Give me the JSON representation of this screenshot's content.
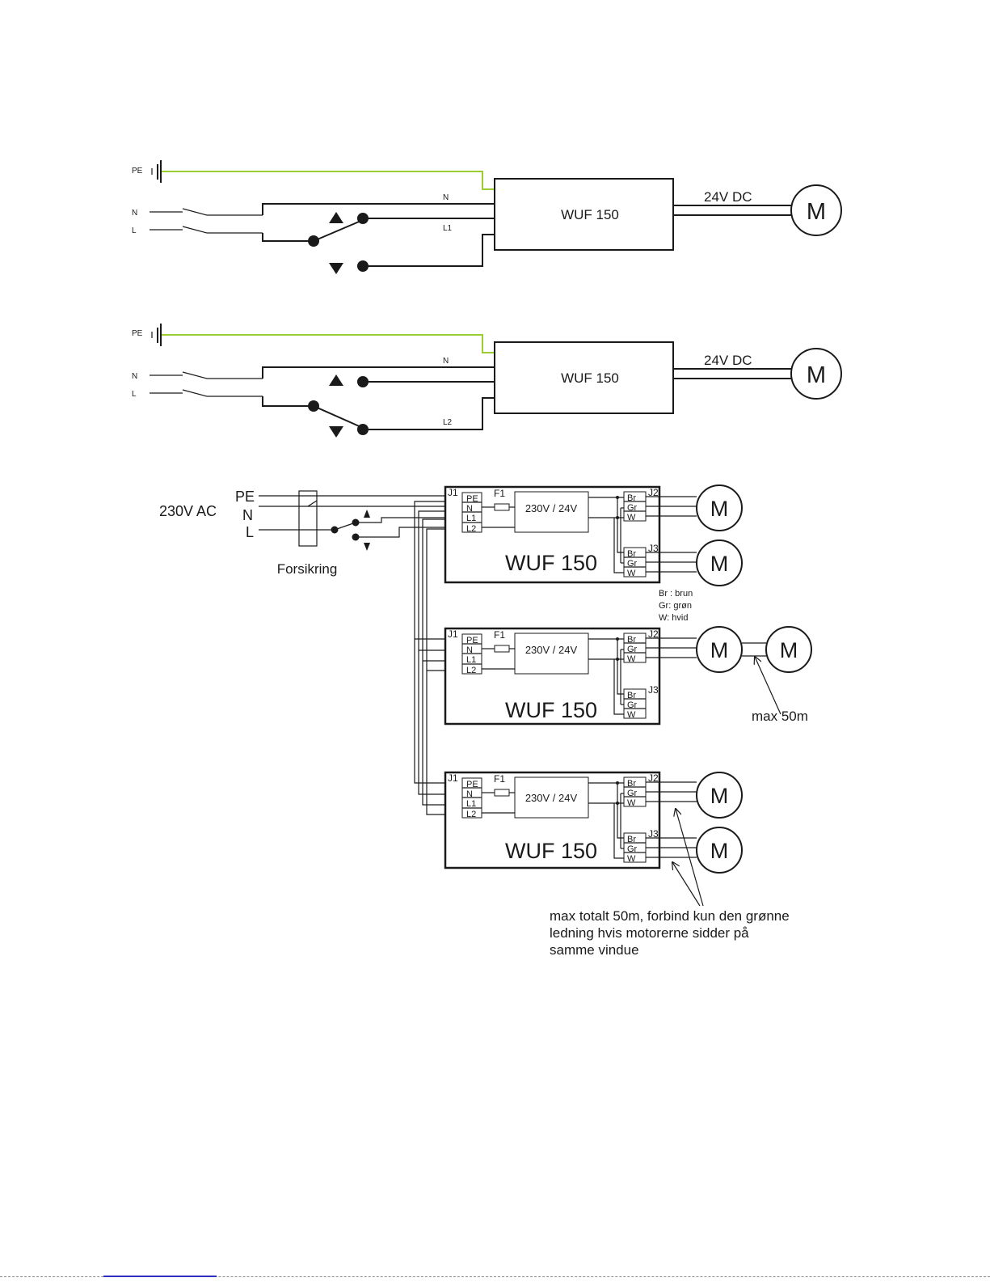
{
  "diagram1": {
    "pe": "PE",
    "n": "N",
    "l": "L",
    "wire_n": "N",
    "wire_l": "L1",
    "controller": "WUF 150",
    "output": "24V DC",
    "motor": "M"
  },
  "diagram2": {
    "pe": "PE",
    "n": "N",
    "l": "L",
    "wire_n": "N",
    "wire_l": "L2",
    "controller": "WUF 150",
    "output": "24V DC",
    "motor": "M"
  },
  "diagram3": {
    "pe": "PE",
    "n": "N",
    "l": "L",
    "supply": "230V AC",
    "fuse_label": "Forsikring",
    "legend": [
      "Br : brun",
      "Gr: grøn",
      "W:  hvid"
    ],
    "note_50m": "max 50m",
    "note_total": [
      "max totalt 50m, forbind kun den grønne",
      "ledning hvis motorerne sidder på",
      "samme vindue"
    ],
    "units": [
      {
        "j1": "J1",
        "f1": "F1",
        "transformer": "230V / 24V",
        "title": "WUF 150",
        "terminals": [
          "PE",
          "N",
          "L1",
          "L2"
        ],
        "j2": "J2",
        "j2_terms": [
          "Br",
          "Gr",
          "W"
        ],
        "j3": "J3",
        "j3_terms": [
          "Br",
          "Gr",
          "W"
        ],
        "motor_j2": "M",
        "motor_j2b": "",
        "motor_j3": "M"
      },
      {
        "j1": "J1",
        "f1": "F1",
        "transformer": "230V / 24V",
        "title": "WUF 150",
        "terminals": [
          "PE",
          "N",
          "L1",
          "L2"
        ],
        "j2": "J2",
        "j2_terms": [
          "Br",
          "Gr",
          "W"
        ],
        "j3": "J3",
        "j3_terms": [
          "Br",
          "Gr",
          "W"
        ],
        "motor_j2": "M",
        "motor_j2b": "M",
        "motor_j3": ""
      },
      {
        "j1": "J1",
        "f1": "F1",
        "transformer": "230V / 24V",
        "title": "WUF 150",
        "terminals": [
          "PE",
          "N",
          "L1",
          "L2"
        ],
        "j2": "J2",
        "j2_terms": [
          "Br",
          "Gr",
          "W"
        ],
        "j3": "J3",
        "j3_terms": [
          "Br",
          "Gr",
          "W"
        ],
        "motor_j2": "M",
        "motor_j2b": "",
        "motor_j3": "M"
      }
    ]
  }
}
